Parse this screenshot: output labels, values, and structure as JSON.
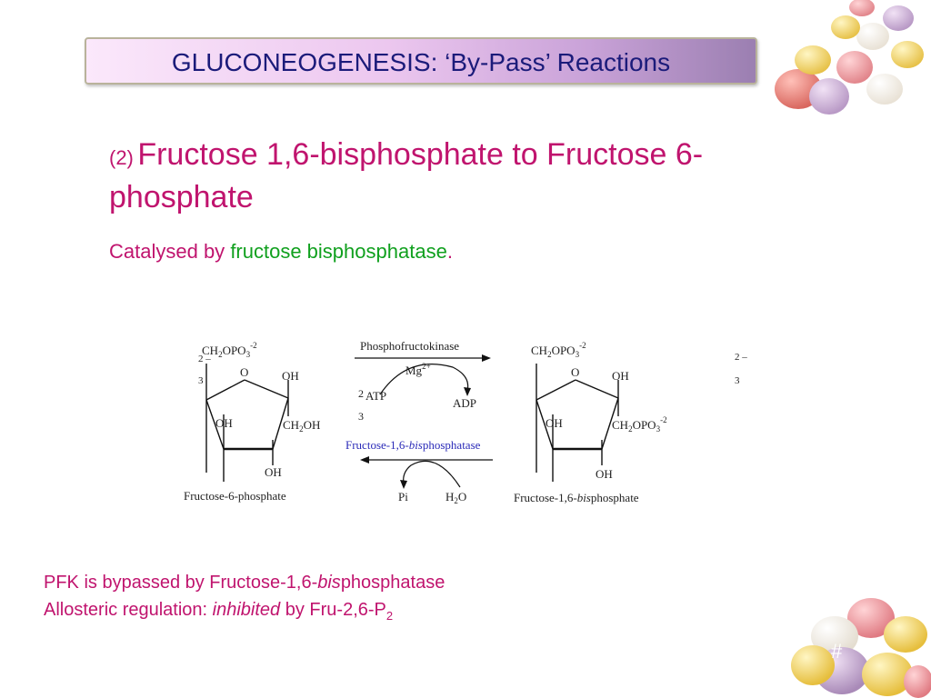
{
  "slide": {
    "title": "GLUCONEOGENESIS: ‘By-Pass’ Reactions",
    "heading_number": "(2)",
    "heading_text": "Fructose 1,6-bisphosphate to Fructose 6-phosphate",
    "catalysed_prefix": "Catalysed by",
    "catalysed_enzyme": "fructose bisphosphatase",
    "catalysed_suffix": ".",
    "note1_prefix": "PFK is bypassed by Fructose-1,6-",
    "note1_italic": "bis",
    "note1_suffix": "phosphatase",
    "note2_prefix": "Allosteric regulation:  ",
    "note2_italic": "inhibited",
    "note2_middle": " by Fru-2,6-P",
    "note2_sub": "2",
    "page_marker": "#"
  },
  "scheme": {
    "left": {
      "top_group_main": "CH",
      "top_group_sub": "2",
      "top_group_rest": "OPO",
      "top_group_sub2": "3",
      "top_group_sup": "-2",
      "ring_o": "O",
      "oh_right": "OH",
      "oh_left": "OH",
      "right_group_main": "CH",
      "right_group_sub": "2",
      "right_group_rest": "OH",
      "oh_bottom": "OH",
      "name": "Fructose-6-phosphate",
      "stray_charge_top": "2 –",
      "stray_charge_bottom": "3"
    },
    "right": {
      "top_group_main": "CH",
      "top_group_sub": "2",
      "top_group_rest": "OPO",
      "top_group_sub2": "3",
      "top_group_sup": "-2",
      "ring_o": "O",
      "oh_right": "OH",
      "oh_left": "OH",
      "right_group_main": "CH",
      "right_group_sub": "2",
      "right_group_rest": "OPO",
      "right_group_sub2": "3",
      "right_group_sup": "-2",
      "oh_bottom": "OH",
      "name_prefix": "Fructose-1,6-",
      "name_italic": "bis",
      "name_suffix": "phosphate"
    },
    "forward": {
      "enzyme": "Phosphofructokinase",
      "cofactor": "Mg",
      "cofactor_sup": "2+",
      "reactant": "ATP",
      "product": "ADP",
      "stray_top": "2",
      "stray_bottom": "3"
    },
    "reverse": {
      "enzyme_prefix": "Fructose-1,6-",
      "enzyme_italic": "bis",
      "enzyme_suffix": "phosphatase",
      "product": "Pi",
      "reactant_main": "H",
      "reactant_sub": "2",
      "reactant_rest": "O",
      "enzyme_color": "#2b2bb8"
    },
    "stray_right_top": "2 –",
    "stray_right_bottom": "3"
  },
  "colors": {
    "title_text": "#1b1b7a",
    "heading": "#c0146e",
    "enzyme_highlight": "#10a01e"
  }
}
